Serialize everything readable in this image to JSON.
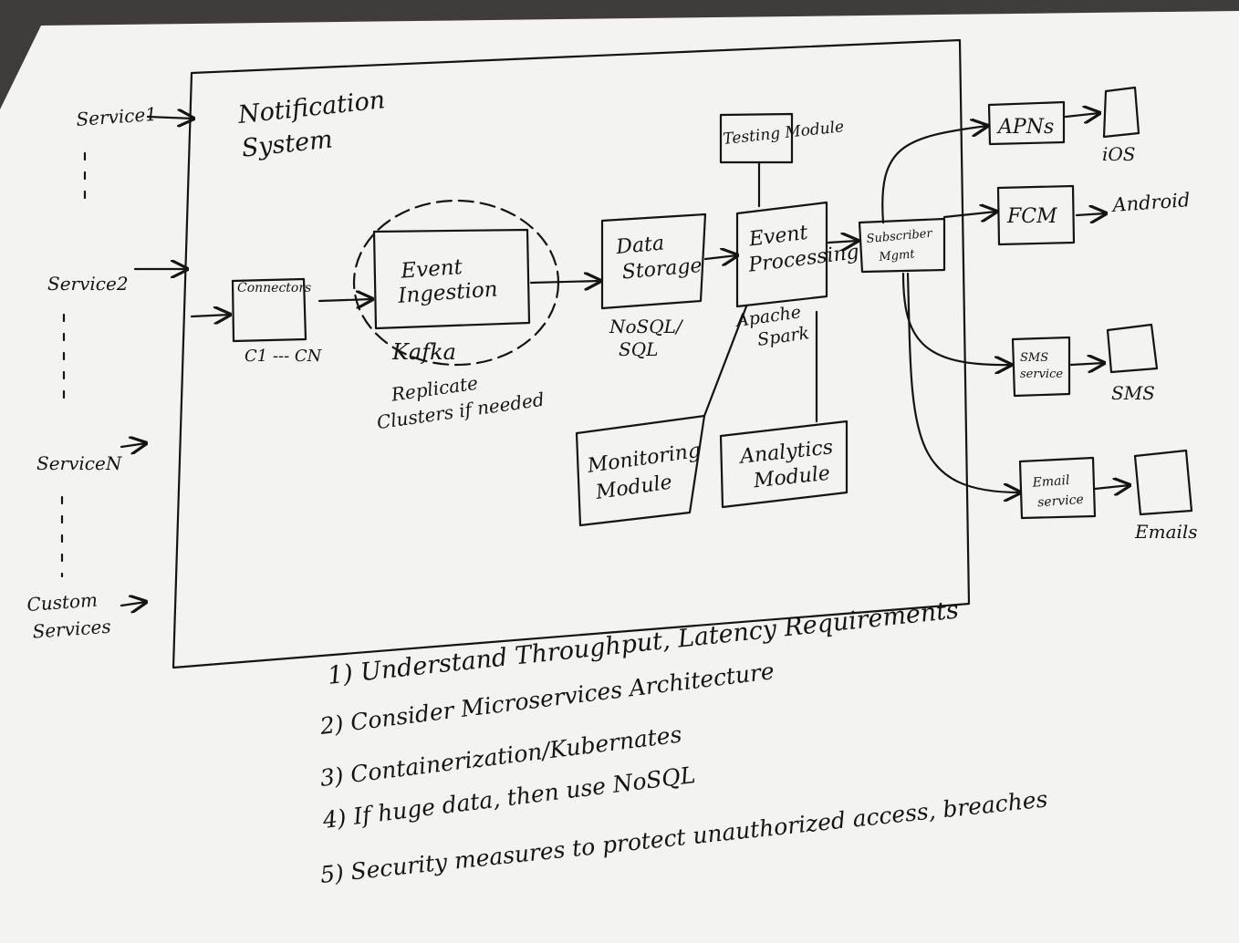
{
  "system_title": [
    "Notification",
    "System"
  ],
  "sources": {
    "service1": "Service1",
    "service2": "Service2",
    "serviceN": "ServiceN",
    "custom": [
      "Custom",
      "Services"
    ]
  },
  "connectors": {
    "label": "Connectors",
    "note": "C1 --- CN"
  },
  "event_ingestion": {
    "label": [
      "Event",
      "Ingestion"
    ],
    "tech": "Kafka",
    "note": [
      "Replicate",
      "Clusters if needed"
    ]
  },
  "data_storage": {
    "label": [
      "Data",
      "Storage"
    ],
    "tech": [
      "NoSQL/",
      "SQL"
    ]
  },
  "testing_module": "Testing Module",
  "event_processing": {
    "label": [
      "Event",
      "Processing"
    ],
    "tech": [
      "Apache",
      "Spark"
    ]
  },
  "monitoring_module": [
    "Monitoring",
    "Module"
  ],
  "analytics_module": [
    "Analytics",
    "Module"
  ],
  "subscriber_mgmt": [
    "Subscriber",
    "Mgmt"
  ],
  "channels": {
    "apns": "APNs",
    "ios": "iOS",
    "fcm": "FCM",
    "android": "Android",
    "sms_service": [
      "SMS",
      "service"
    ],
    "sms": "SMS",
    "email_service": [
      "Email",
      "service"
    ],
    "emails": "Emails"
  },
  "notes": [
    "1) Understand Throughput, Latency Requirements",
    "2) Consider Microservices Architecture",
    "3) Containerization/Kubernates",
    "4) If huge data, then use NoSQL",
    "5) Security measures to protect unauthorized access, breaches"
  ]
}
